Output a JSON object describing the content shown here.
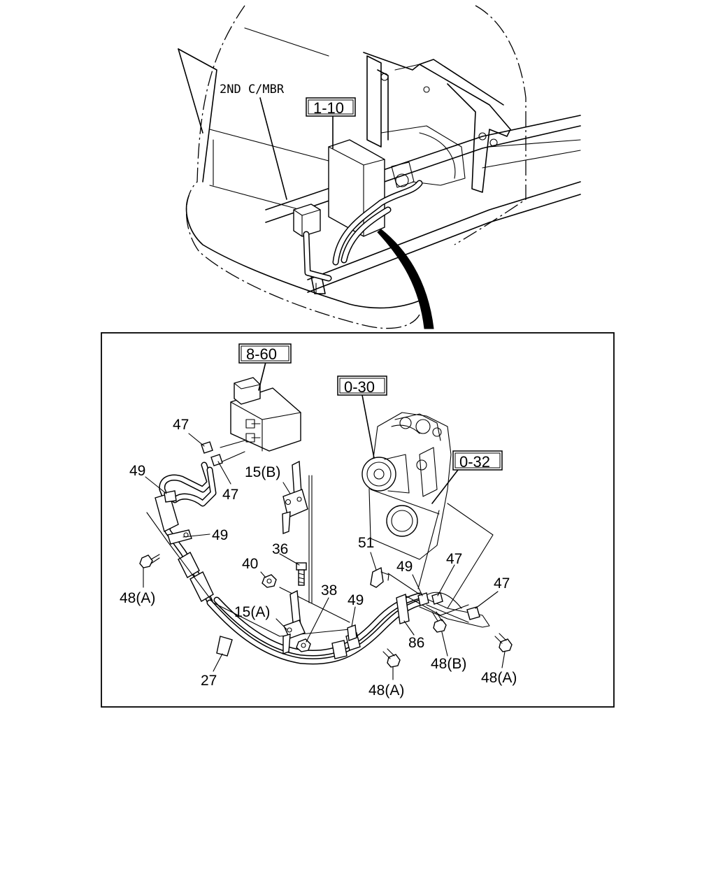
{
  "upper_view": {
    "member_label": "2ND C/MBR",
    "ref_box": "1-10"
  },
  "detail_view": {
    "ref_boxes": {
      "heater_unit": "8-60",
      "compressor": "0-30",
      "engine": "0-32"
    },
    "callouts": {
      "c47_top": "47",
      "c47_mid": "47",
      "c49_left": "49",
      "c49_clip": "49",
      "c48a_left": "48(A)",
      "c15b": "15(B)",
      "c36": "36",
      "c40": "40",
      "c38": "38",
      "c15a": "15(A)",
      "c27": "27",
      "c49_lower": "49",
      "c51": "51",
      "c49_right": "49",
      "c47_right1": "47",
      "c47_right2": "47",
      "c86": "86",
      "c48b": "48(B)",
      "c48a_mid": "48(A)",
      "c48a_right": "48(A)"
    }
  }
}
